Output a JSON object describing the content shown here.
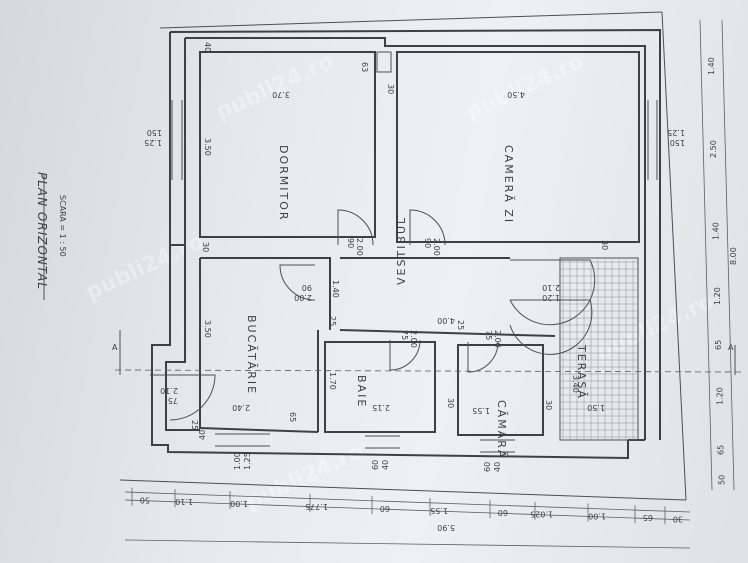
{
  "title": {
    "main": "PLAN ORIZONTAL",
    "scale": "SCARA = 1 : 50"
  },
  "watermark": "publi24.ro",
  "rooms": {
    "dormitor": "DORMITOR",
    "camera_zi": "CAMERĂ ZI",
    "bucatarie": "BUCĂTĂRIE",
    "vestibul": "VESTIBUL",
    "baie": "BAIE",
    "camara": "CĂMARĂ",
    "terasa": "TERASĂ"
  },
  "room_dims": {
    "dormitor_w": "3.70",
    "dormitor_h": "3.50",
    "camera_w": "4.50",
    "bucatarie_w": "2.40",
    "bucatarie_h": "3.50",
    "baie_w": "2.15",
    "baie_h": "1.70",
    "camara_w": "1.55",
    "vestibul_w": "4.00",
    "vestibul_h": "1.40",
    "terasa_w": "3.40",
    "terasa_h": "1.50"
  },
  "openings": {
    "d1_w": "90",
    "d1_h": "2.00",
    "d2_w": "90",
    "d2_h": "2.00",
    "d3_w": "90",
    "d3_h": "2.00",
    "d4_w": "75",
    "d4_h": "2.00",
    "d5_w": "75",
    "d5_h": "2.00",
    "d6_w": "75",
    "d6_h": "2.10",
    "d7_w": "1.20",
    "d7_h": "2.10",
    "w1_w": "150",
    "w1_h": "1.25",
    "w2_w": "150",
    "w2_h": "1.25",
    "w3_w": "60",
    "w3_h": "40",
    "w4_w": "60",
    "w4_h": "40",
    "w5_w": "1.00",
    "w5_h": "1.25"
  },
  "wall_marks": {
    "t40a": "40",
    "t40b": "40",
    "t30a": "30",
    "t30b": "30",
    "t30c": "30",
    "t30d": "30",
    "t30e": "30",
    "t25a": "25",
    "t25b": "25",
    "t63": "63",
    "t25c": "25",
    "t65": "65"
  },
  "dims_bottom": [
    "50",
    "1.10",
    "1.00",
    "1.775",
    "60",
    "1.55",
    "60",
    "1.025",
    "1.00",
    "65",
    "30"
  ],
  "dim_total_bottom": "5.90",
  "dims_right": [
    "1.40",
    "2.50",
    "1.40",
    "1.20",
    "65",
    "1.20",
    "65",
    "50"
  ],
  "dim_total_right": "8.00",
  "section_mark": "A"
}
